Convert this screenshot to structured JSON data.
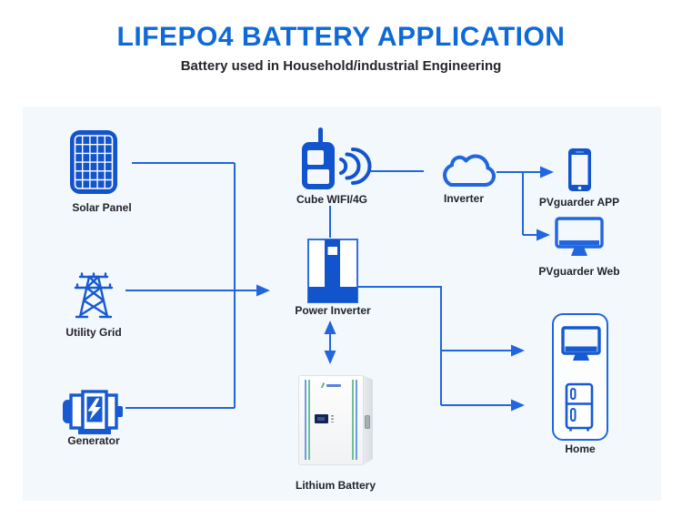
{
  "title": "LIFEPO4 BATTERY APPLICATION",
  "subtitle": "Battery used in Household/industrial Engineering",
  "colors": {
    "title_blue": "#0e6ad8",
    "icon_blue": "#1659d0",
    "icon_fill_blue": "#1254cb",
    "line_blue": "#2166df",
    "label_dark": "#23232a",
    "panel_bg": "#f3f8fd"
  },
  "nodes": {
    "solar": {
      "label": "Solar Panel",
      "icon": "solar-panel-icon"
    },
    "grid": {
      "label": "Utility Grid",
      "icon": "utility-grid-tower-icon"
    },
    "generator": {
      "label": "Generator",
      "icon": "generator-motor-icon"
    },
    "cube": {
      "label": "Cube WIFI/4G",
      "icon": "walkie-talkie-wifi-icon"
    },
    "inverter": {
      "label": "Power Inverter",
      "icon": "power-inverter-icon"
    },
    "battery": {
      "label": "Lithium Battery",
      "icon": "lithium-battery-image"
    },
    "cloud": {
      "label": "Inverter",
      "icon": "cloud-icon"
    },
    "app": {
      "label": "PVguarder APP",
      "icon": "smartphone-icon"
    },
    "web": {
      "label": "PVguarder Web",
      "icon": "monitor-icon"
    },
    "home": {
      "label": "Home",
      "icon": "home-appliances-icon"
    }
  }
}
